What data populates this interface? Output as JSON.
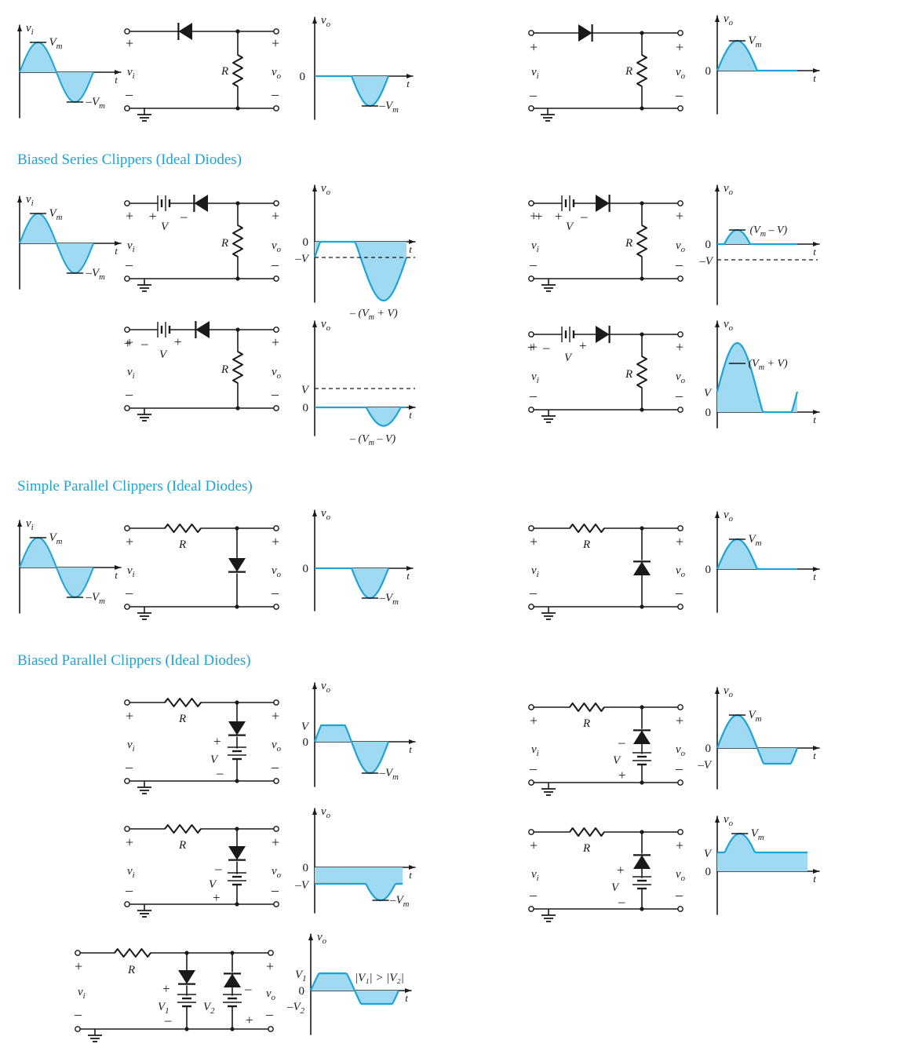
{
  "sections": {
    "s1": "Biased Series Clippers (Ideal Diodes)",
    "s2": "Simple Parallel Clippers (Ideal Diodes)",
    "s3": "Biased Parallel Clippers (Ideal Diodes)"
  },
  "labels": {
    "vi": "v",
    "vi_sub": "i",
    "vo": "v",
    "vo_sub": "o",
    "t": "t",
    "Vm": "V",
    "m": "m",
    "negVm": "–V",
    "zero": "0",
    "R": "R",
    "V": "V",
    "negV": "–V",
    "plus": "+",
    "minus": "–",
    "Vm_minus_V": "(V",
    "Vm_minus_V_tail": " – V)",
    "Vm_plus_V": "(V",
    "Vm_plus_V_tail": " + V)",
    "neg_paren_Vm_plus_V": "– (V",
    "neg_paren_Vm_minus_V": "– (V",
    "V1": "V",
    "V2": "V",
    "sub1": "1",
    "sub2": "2",
    "negV2": "–V",
    "abs_condition": "|V₁| > |V₂|"
  },
  "colors": {
    "accent": "#1ea3d6",
    "fill": "#9fd9f2",
    "ink": "#1a1a1a"
  },
  "icons": [
    "diode-symbol",
    "resistor-symbol",
    "battery-symbol",
    "ground-symbol",
    "terminal-circle"
  ]
}
